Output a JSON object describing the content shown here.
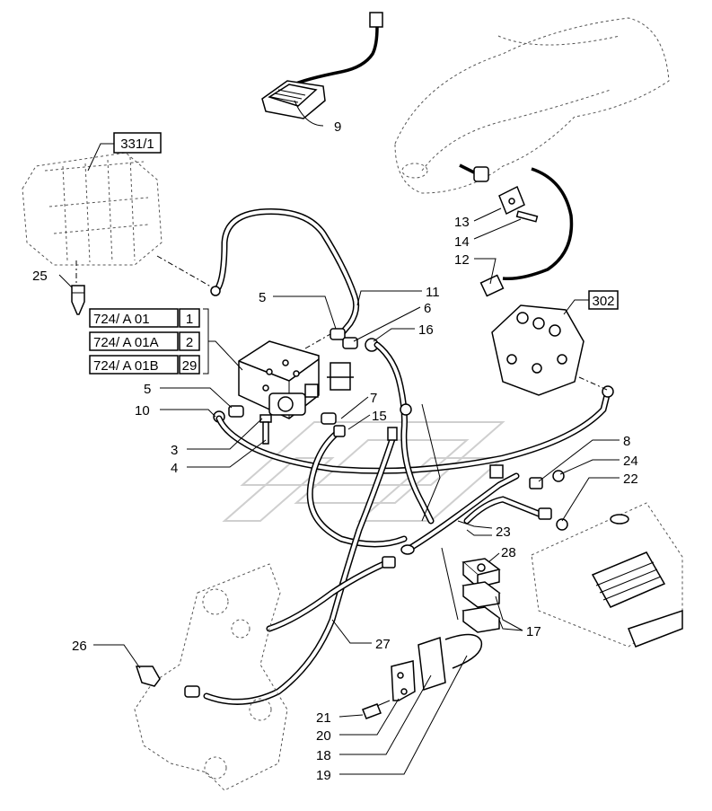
{
  "callouts": {
    "c1": "9",
    "c2": "13",
    "c3": "14",
    "c4": "12",
    "c5": "5",
    "c6": "11",
    "c7": "6",
    "c8": "16",
    "c9": "5",
    "c10": "10",
    "c11": "7",
    "c12": "15",
    "c13": "3",
    "c14": "4",
    "c15": "8",
    "c16": "24",
    "c17": "22",
    "c18": "23",
    "c19": "28",
    "c20": "17",
    "c21": "26",
    "c22": "27",
    "c23": "21",
    "c24": "20",
    "c25": "18",
    "c26": "19",
    "c27": "25"
  },
  "refs": {
    "r1": "331/1",
    "r2": "302",
    "r3": {
      "code": "724/  A 01",
      "num": "1"
    },
    "r4": {
      "code": "724/  A 01A",
      "num": "2"
    },
    "r5": {
      "code": "724/  A 01B",
      "num": "29"
    }
  }
}
